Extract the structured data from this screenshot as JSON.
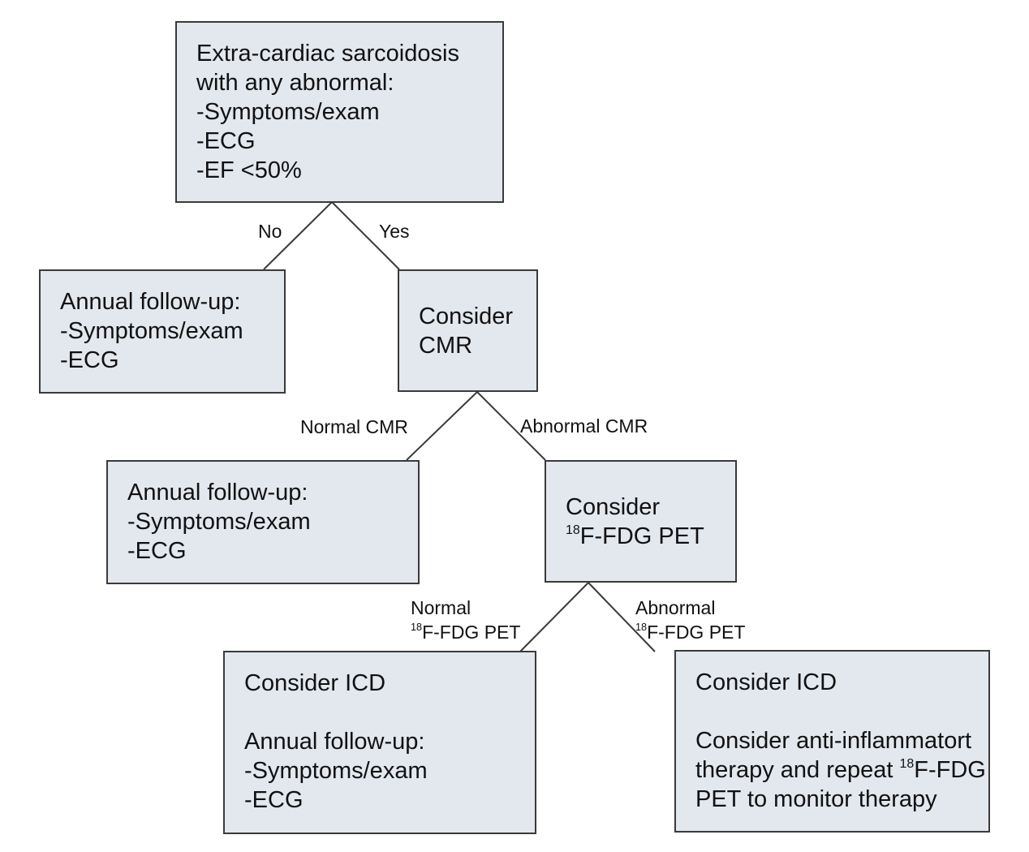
{
  "root": {
    "lines": [
      "Extra-cardiac sarcoidosis",
      "with any abnormal:",
      "-Symptoms/exam",
      "-ECG",
      "-EF <50%"
    ]
  },
  "followup_no": {
    "lines": [
      "Annual follow-up:",
      "-Symptoms/exam",
      "-ECG"
    ]
  },
  "consider_cmr": {
    "lines": [
      "Consider",
      "CMR"
    ]
  },
  "followup_normal_cmr": {
    "lines": [
      "Annual follow-up:",
      "-Symptoms/exam",
      "-ECG"
    ]
  },
  "consider_pet": {
    "line1": "Consider",
    "line2_sup": "18",
    "line2_rest": "F-FDG PET"
  },
  "icd_normal_pet": {
    "heading": "Consider ICD",
    "lines": [
      "Annual follow-up:",
      "-Symptoms/exam",
      "-ECG"
    ]
  },
  "icd_abnormal_pet": {
    "heading": "Consider ICD",
    "line1": "Consider anti-inflammatort",
    "line2_pre": "therapy and repeat ",
    "line2_sup": "18",
    "line2_post": "F-FDG",
    "line3": "PET to monitor therapy"
  },
  "edges": {
    "no": "No",
    "yes": "Yes",
    "normal_cmr": "Normal CMR",
    "abnormal_cmr": "Abnormal CMR",
    "normal_pet_line1": "Normal",
    "normal_pet_sup": "18",
    "normal_pet_rest": "F-FDG PET",
    "abnormal_pet_line1": "Abnormal",
    "abnormal_pet_sup": "18",
    "abnormal_pet_rest": "F-FDG PET"
  }
}
